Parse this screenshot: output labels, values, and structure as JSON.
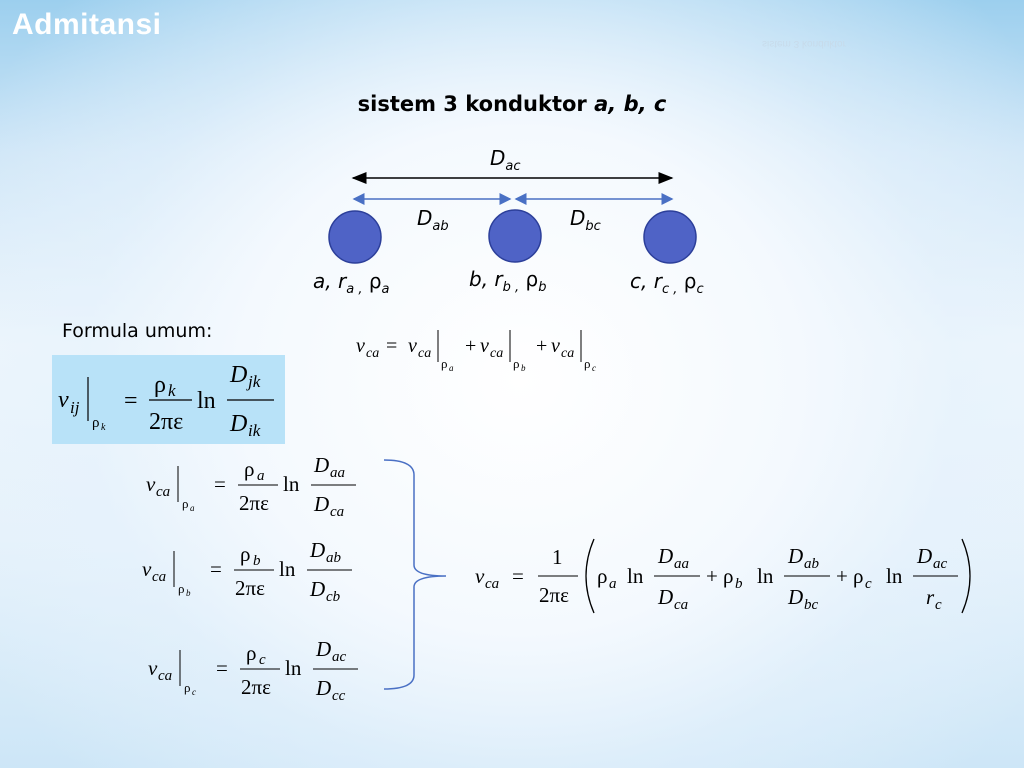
{
  "header": {
    "title": "Admitansi",
    "mirrored_text": "sistem 3 konduktor"
  },
  "title": {
    "prefix": "sistem 3 konduktor ",
    "vars": "a, b, c"
  },
  "diagram": {
    "dac_label": "D",
    "dac_sub": "ac",
    "dab_label": "D",
    "dab_sub": "ab",
    "dbc_label": "D",
    "dbc_sub": "bc",
    "conductors": [
      {
        "name": "a",
        "r": "r",
        "rsub": "a",
        "rho": "ρ",
        "rhosub": "a",
        "color": "#4f63c6"
      },
      {
        "name": "b",
        "r": "r",
        "rsub": "b",
        "rho": "ρ",
        "rhosub": "b",
        "color": "#4f63c6"
      },
      {
        "name": "c",
        "r": "r",
        "rsub": "c",
        "rho": "ρ",
        "rhosub": "c",
        "color": "#4f63c6"
      }
    ],
    "arrow_color_top": "#000000",
    "arrow_color_inner": "#4a70c4"
  },
  "formula_label": "Formula umum:",
  "highlight_color": "#b8e2f8",
  "brace_color": "#4a70c4"
}
